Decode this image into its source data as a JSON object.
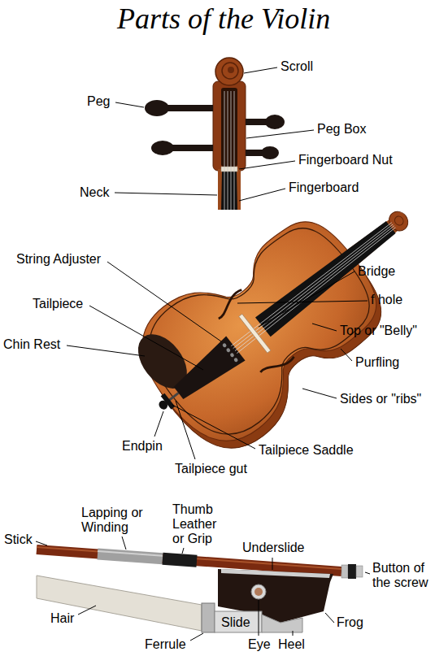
{
  "diagram": {
    "title": "Parts of the Violin",
    "labels": [
      "Scroll",
      "Peg",
      "Peg Box",
      "Fingerboard Nut",
      "Neck",
      "Fingerboard",
      "String Adjuster",
      "Bridge",
      "Tailpiece",
      "f hole",
      "Chin Rest",
      "Top or \"Belly\"",
      "Purfling",
      "Sides or \"ribs\"",
      "Endpin",
      "Tailpiece Saddle",
      "Tailpiece gut",
      "Lapping or Winding",
      "Thumb Leather or Grip",
      "Stick",
      "Underslide",
      "Button of the screw",
      "Hair",
      "Frog",
      "Ferrule",
      "Slide",
      "Eye",
      "Heel"
    ]
  }
}
